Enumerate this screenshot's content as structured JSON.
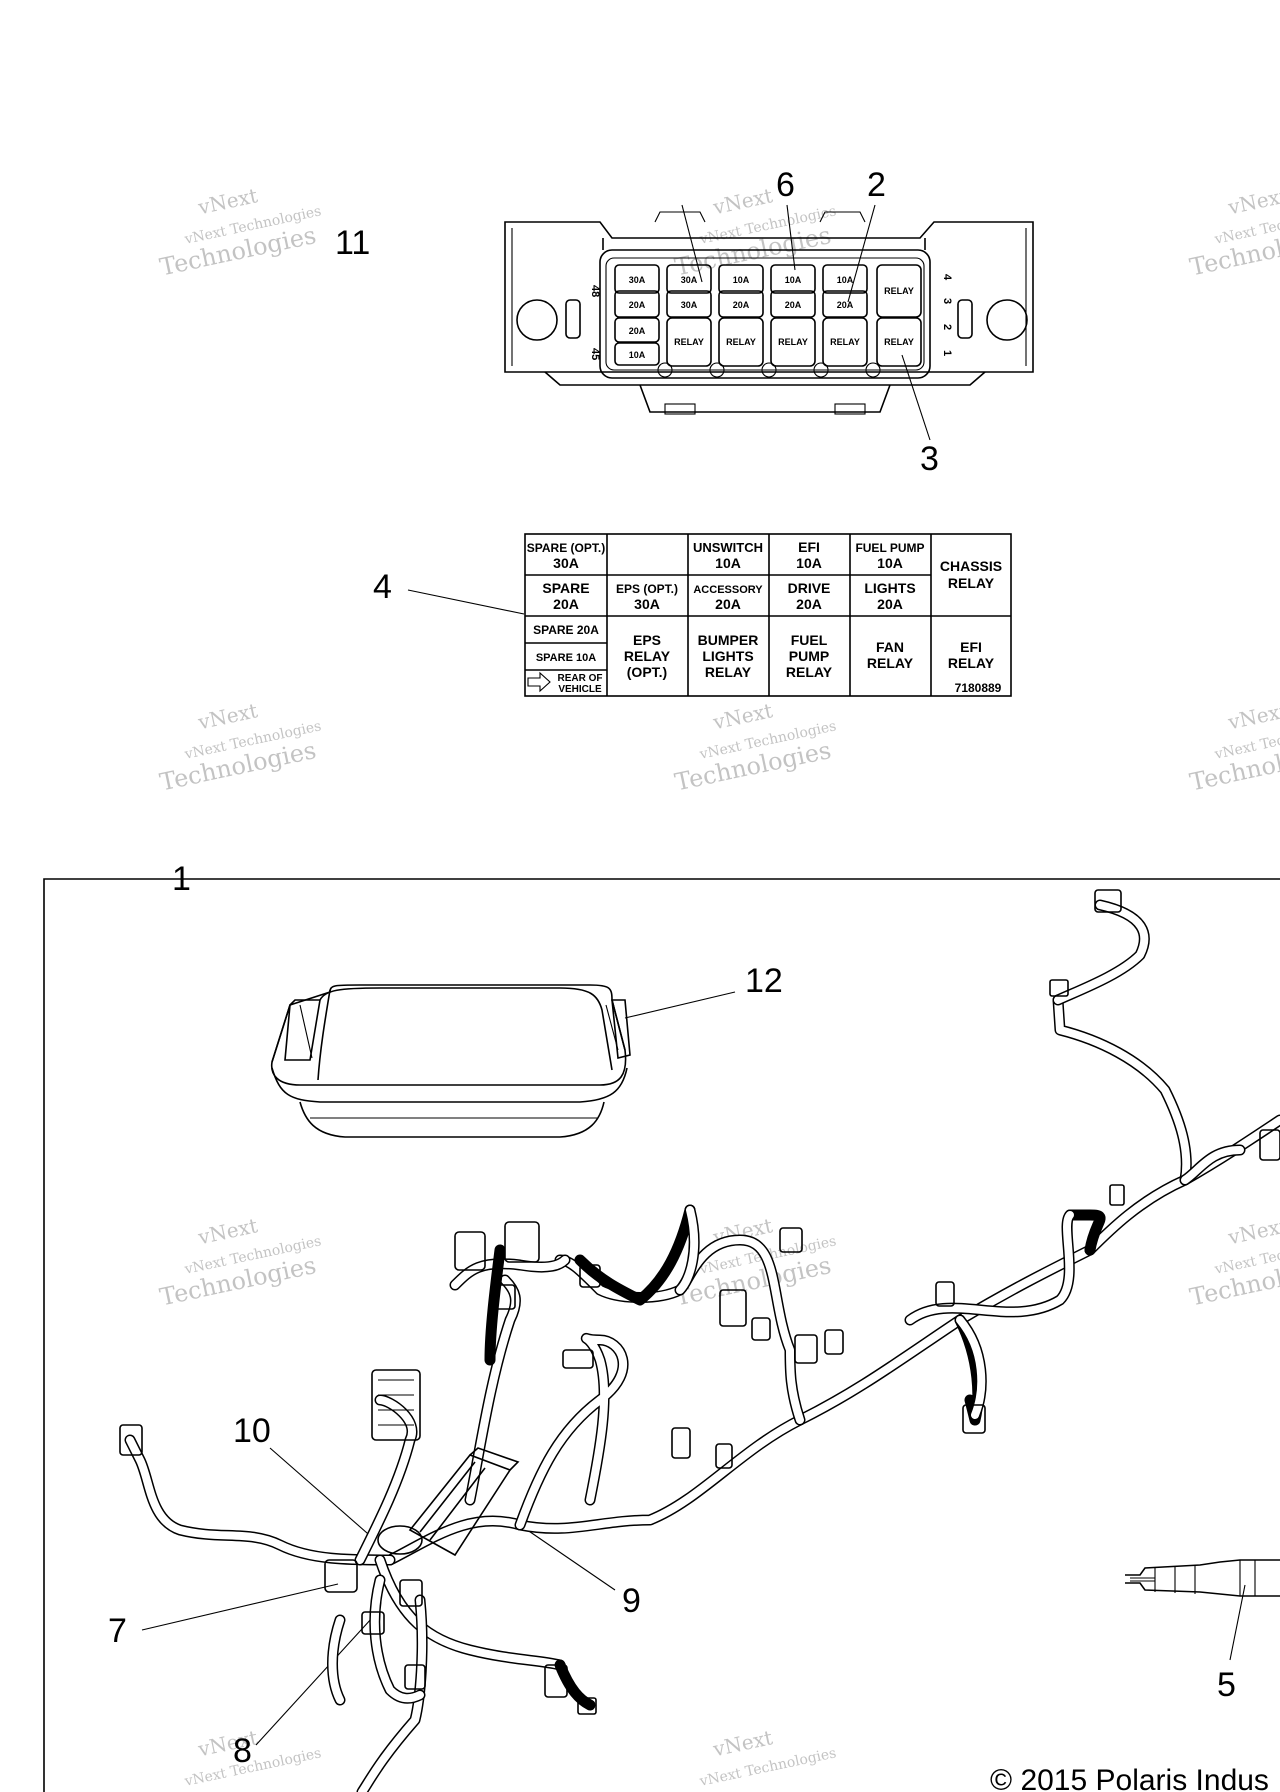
{
  "callouts": {
    "c1": "1",
    "c2": "2",
    "c3": "3",
    "c4": "4",
    "c5": "5",
    "c6": "6",
    "c7": "7",
    "c8": "8",
    "c9": "9",
    "c10": "10",
    "c11": "11",
    "c12": "12"
  },
  "fuse_box": {
    "row1": [
      "30A",
      "30A",
      "10A",
      "10A",
      "10A",
      "RELAY"
    ],
    "row2": [
      "20A",
      "30A",
      "20A",
      "20A",
      "20A"
    ],
    "row3a": "20A",
    "row3b": "10A",
    "row3_relays": [
      "RELAY",
      "RELAY",
      "RELAY",
      "RELAY",
      "RELAY"
    ],
    "left_pins": [
      "48",
      "45"
    ],
    "right_pins": [
      "4",
      "3",
      "2",
      "1"
    ]
  },
  "fuse_table": {
    "r1": [
      "SPARE (OPT.)",
      "30A",
      "UNSWITCH",
      "10A",
      "EFI",
      "10A",
      "FUEL PUMP",
      "10A"
    ],
    "chassis": [
      "CHASSIS",
      "RELAY"
    ],
    "r2": [
      "SPARE",
      "20A",
      "EPS (OPT.)",
      "30A",
      "ACCESSORY",
      "20A",
      "DRIVE",
      "20A",
      "LIGHTS",
      "20A"
    ],
    "spare20": "SPARE 20A",
    "spare10": "SPARE 10A",
    "rear": [
      "REAR OF",
      "VEHICLE"
    ],
    "eps_relay": [
      "EPS",
      "RELAY",
      "(OPT.)"
    ],
    "bumper": [
      "BUMPER",
      "LIGHTS",
      "RELAY"
    ],
    "fuelpump": [
      "FUEL",
      "PUMP",
      "RELAY"
    ],
    "fan": [
      "FAN",
      "RELAY"
    ],
    "efi_relay": [
      "EFI",
      "RELAY"
    ],
    "part_no": "7180889"
  },
  "watermark": {
    "line1": "vNext",
    "line2": "vNext Technologies",
    "line3": "Technologies"
  },
  "copyright": "© 2015 Polaris Indus"
}
